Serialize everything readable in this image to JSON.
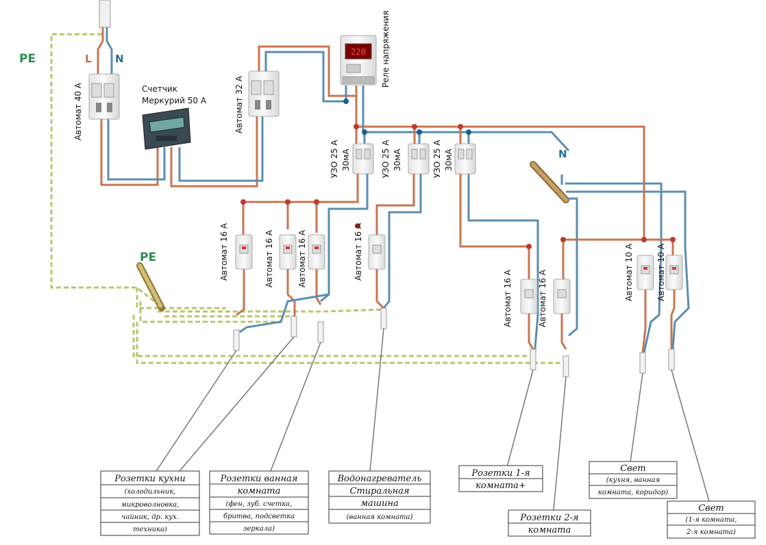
{
  "labels": {
    "pe_top": "PE",
    "l": "L",
    "n_top": "N",
    "avt40": "Автомат 40 А",
    "meter_line1": "Счетчик",
    "meter_line2": "Меркурий 50 А",
    "avt32": "Автомат 32 А",
    "relay": "Реле напряжения",
    "uzo1_l1": "УЗО 25 А",
    "uzo1_l2": "30мА",
    "uzo2_l1": "УЗО 25 А",
    "uzo2_l2": "30мА",
    "uzo3_l1": "УЗО 25 А",
    "uzo3_l2": "30мА",
    "n_bus": "N",
    "pe_bus": "PE",
    "avt16_a": "Автомат 16 А",
    "avt16_b": "Автомат 16 А",
    "avt16_c": "Автомат 16 А",
    "avt16_d": "Автомат 16 А",
    "avt16_e": "Автомат 16 А",
    "avt16_f": "Автомат 16 А",
    "avt10_a": "Автомат 10 А",
    "avt10_b": "Автомат 10 А"
  },
  "boxes": {
    "kitchen": {
      "title": "Розетки кухни",
      "lines": [
        "(холодильник,",
        "микроволновка,",
        "чайник, др. кух.",
        "техника)"
      ]
    },
    "bath": {
      "title1": "Розетки ванная",
      "title2": "комната",
      "lines": [
        "(фен, зуб. счетка,",
        "бритва, подсветка",
        "зеркала)"
      ]
    },
    "heater": {
      "title1": "Водонагреватель",
      "title2": "Стиральная",
      "title3": "машина",
      "lines": [
        "(ванная комната)"
      ]
    },
    "room1": {
      "title1": "Розетки 1-я",
      "title2": "комната+"
    },
    "room2": {
      "title1": "Розетки 2-я",
      "title2": "комната"
    },
    "light1": {
      "title": "Свет",
      "lines": [
        "(кухня, ванная",
        "комната, коридор)"
      ]
    },
    "light2": {
      "title": "Свет",
      "lines": [
        "(1-я комната,",
        "2-я комната)"
      ]
    }
  },
  "colors": {
    "phase": "#c8744e",
    "neutral": "#5a8db0",
    "pe": "#b8c77a",
    "junction_red": "#c0392b",
    "junction_blue": "#1f5f8b"
  }
}
